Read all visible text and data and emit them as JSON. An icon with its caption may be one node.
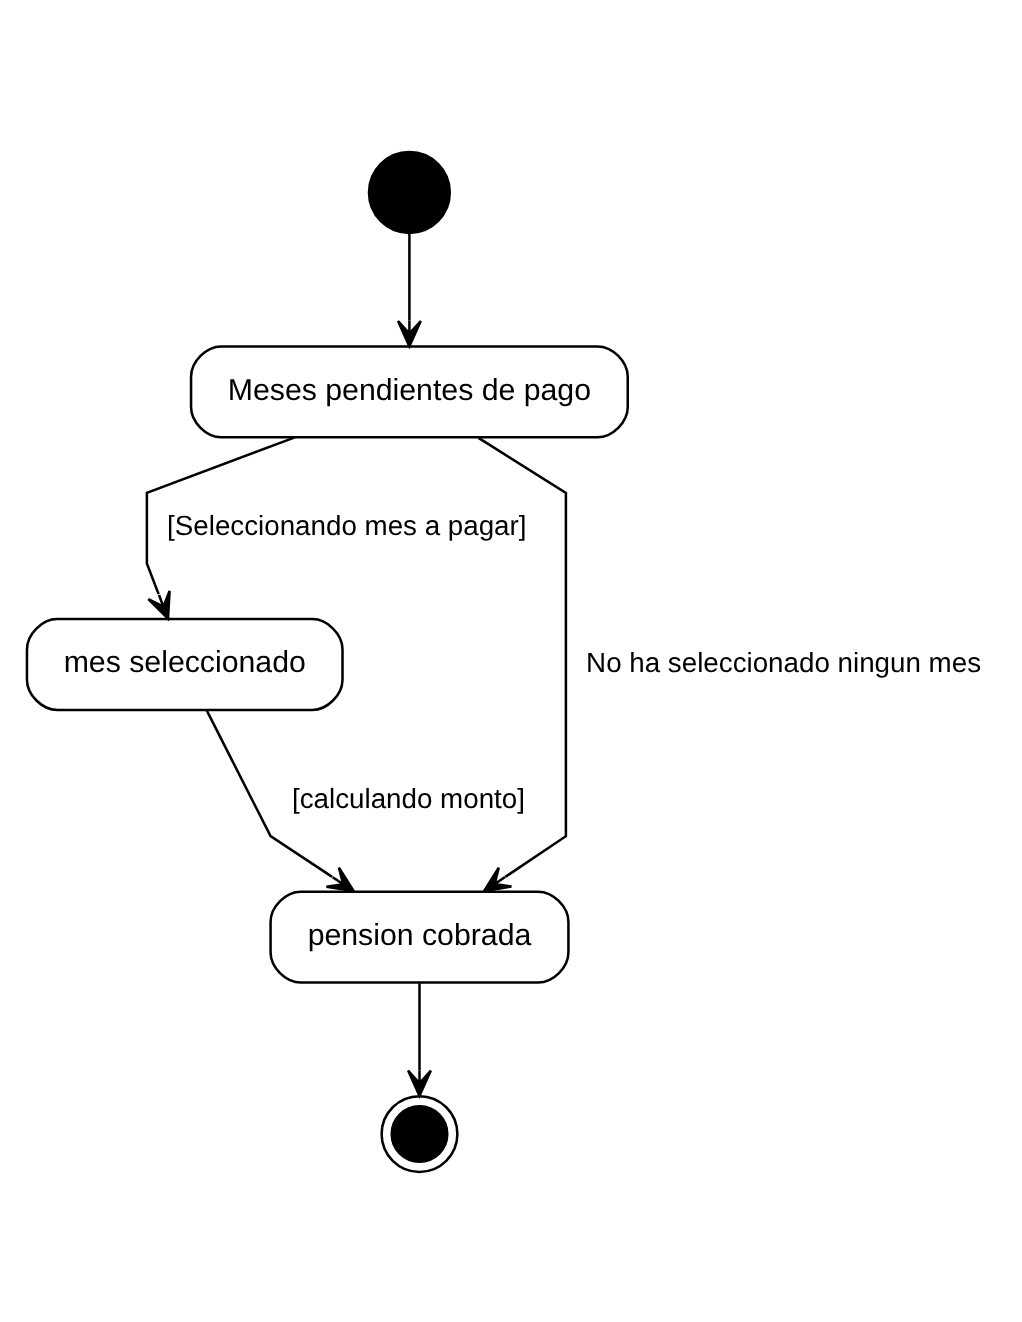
{
  "diagram": {
    "nodes": [
      {
        "text": [],
        "shape": "circle"
      },
      {
        "text": [
          "Meses pendientes de pago"
        ]
      },
      {
        "text": [
          "mes seleccionado"
        ]
      },
      {
        "text": [
          "pension cobrada"
        ]
      },
      {
        "text": [],
        "shape": "circle"
      }
    ],
    "edges": [
      {
        "from": 0,
        "to": 1,
        "arrow": "to"
      },
      {
        "from": 1,
        "to": 2,
        "arrow": "to",
        "label": "[Seleccionando mes a pagar]"
      },
      {
        "from": 2,
        "to": 3,
        "arrow": "to",
        "label": "[calculando monto]"
      },
      {
        "from": 1,
        "to": 3,
        "arrow": "to",
        "label": "No ha seleccionado ningun mes"
      },
      {
        "from": 3,
        "to": 4,
        "arrow": "to"
      }
    ]
  }
}
